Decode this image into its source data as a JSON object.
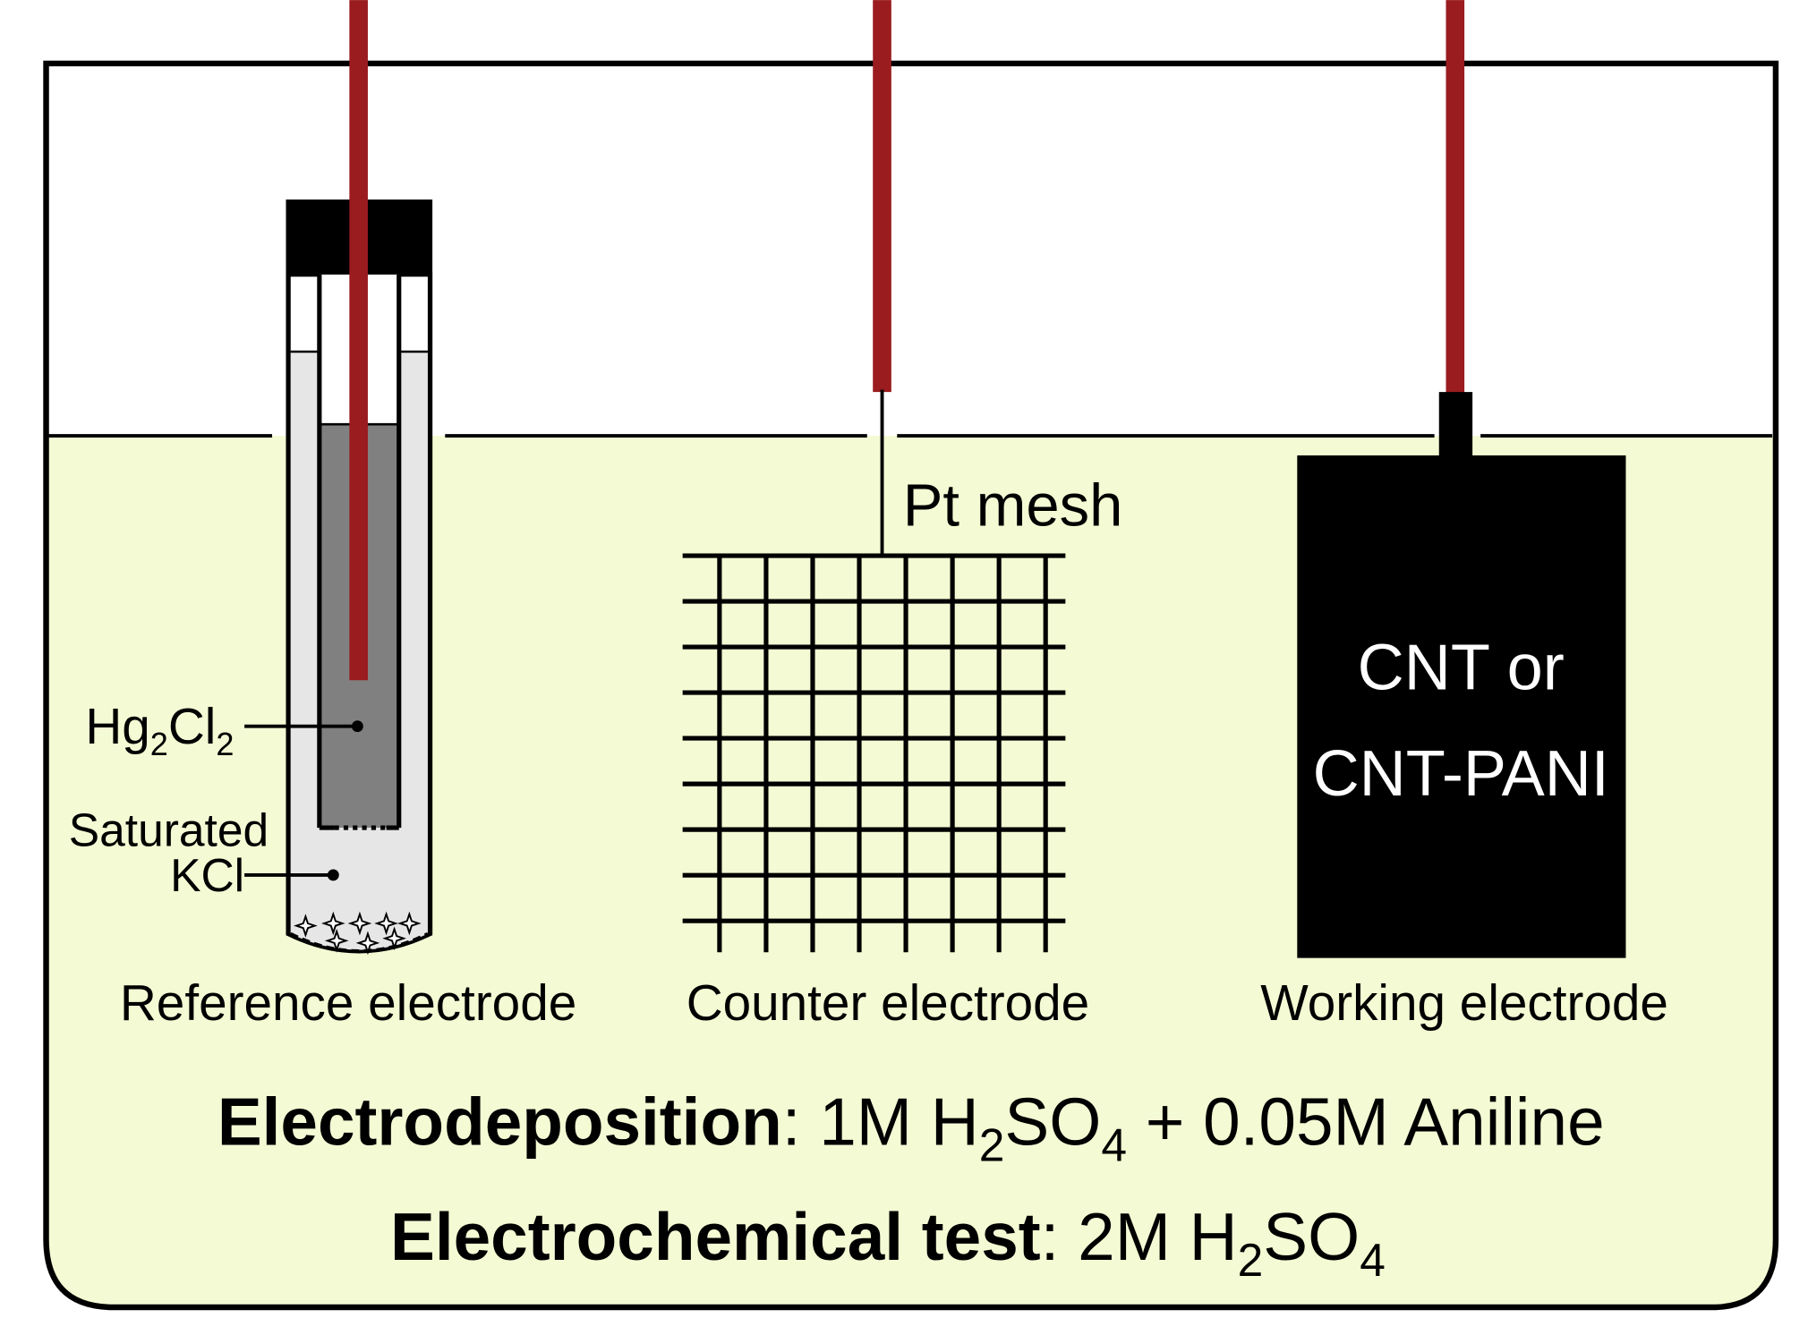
{
  "colors": {
    "solution": "#f4fbd4",
    "wire": "#9a1c1f",
    "kcl": "#e6e6e6",
    "calomel": "#808080"
  },
  "reference": {
    "label": "Reference electrode",
    "hg_main": "Hg",
    "hg_sub1": "2",
    "hg_cl": "Cl",
    "hg_sub2": "2",
    "sat_line1": "Saturated",
    "sat_line2": "KCl"
  },
  "counter": {
    "label": "Counter electrode",
    "mesh_label": "Pt mesh"
  },
  "working": {
    "label": "Working electrode",
    "box_line1": "CNT or",
    "box_line2": "CNT-PANI"
  },
  "conditions": {
    "line1_bold": "Electrodeposition",
    "line1_a": ": 1M H",
    "line1_sub1": "2",
    "line1_b": "SO",
    "line1_sub2": "4",
    "line1_c": " + 0.05M Aniline",
    "line2_bold": "Electrochemical test",
    "line2_a": ": 2M H",
    "line2_sub1": "2",
    "line2_b": "SO",
    "line2_sub2": "4"
  }
}
